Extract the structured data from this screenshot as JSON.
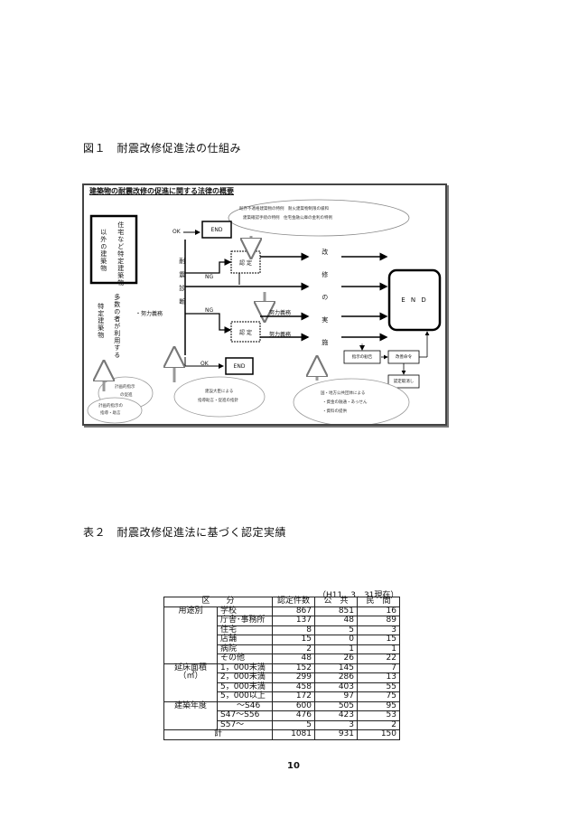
{
  "figure": {
    "caption": "図１　耐震改修促進法の仕組み",
    "diagram_title": "建築物の耐震改修の促進に関する法律の概要",
    "left_box": [
      "住宅など特定建築物",
      "以外の建築物"
    ],
    "left_text": [
      "多数の者が利用する",
      "特定建築物"
    ],
    "ok_label_top": "OK",
    "ok_label_bottom": "OK",
    "end_top": "END",
    "end_bottom": "END",
    "ng_label_top": "NG",
    "ng_label_mid": "NG",
    "effort_label": "・努力義務",
    "shindan": "耐震診断",
    "nintei_top": "認 定",
    "nintei_bottom": "認 定",
    "kaishu": "改修の実施",
    "effort_mid": "努力義務",
    "effort_low": "努力義務",
    "end_big": "E N D",
    "box_shiji": "指示の勧告",
    "box_kaizen": "改善命令",
    "box_torikeshi": "認定取消し",
    "oval_top": [
      "既存不適格建築物の特例　耐火建築物制限の緩和",
      "建築確認手続の特例　住宅金融公庫の金利の特例"
    ],
    "oval_bl_a": [
      "計画的指示",
      "の促進"
    ],
    "oval_bl_b": [
      "計画的指示の",
      "指導・助言"
    ],
    "oval_bm": [
      "建設大臣による",
      "指導助言・促進の指針"
    ],
    "oval_br": [
      "国・地方公共団体による",
      "・資金の融通・あっせん",
      "・資料の提供"
    ]
  },
  "table": {
    "caption": "表２　耐震改修促進法に基づく認定実績",
    "note": "（H11．3．31現在）",
    "headers": [
      "区　　分",
      "認定件数",
      "公　共",
      "民　間"
    ],
    "groups": [
      {
        "label": "用途別",
        "rows": [
          {
            "name": "学校",
            "total": "867",
            "public": "851",
            "private": "16"
          },
          {
            "name": "庁舎･事務所",
            "total": "137",
            "public": "48",
            "private": "89"
          },
          {
            "name": "住宅",
            "total": "8",
            "public": "5",
            "private": "3"
          },
          {
            "name": "店舗",
            "total": "15",
            "public": "0",
            "private": "15"
          },
          {
            "name": "病院",
            "total": "2",
            "public": "1",
            "private": "1"
          },
          {
            "name": "その他",
            "total": "48",
            "public": "26",
            "private": "22"
          }
        ]
      },
      {
        "label": "延床面積",
        "label2": "（㎡）",
        "rows": [
          {
            "name": "1，000未満",
            "total": "152",
            "public": "145",
            "private": "7"
          },
          {
            "name": "2，000未満",
            "total": "299",
            "public": "286",
            "private": "13"
          },
          {
            "name": "5，000未満",
            "total": "458",
            "public": "403",
            "private": "55"
          },
          {
            "name": "5，000以上",
            "total": "172",
            "public": "97",
            "private": "75"
          }
        ]
      },
      {
        "label": "建築年度",
        "rows": [
          {
            "name": "　　～S46",
            "total": "600",
            "public": "505",
            "private": "95"
          },
          {
            "name": "S47～S56",
            "total": "476",
            "public": "423",
            "private": "53"
          },
          {
            "name": "S57～",
            "total": "5",
            "public": "3",
            "private": "2"
          }
        ]
      }
    ],
    "total_label": "計",
    "total": {
      "total": "1081",
      "public": "931",
      "private": "150"
    }
  },
  "page_number": "10"
}
